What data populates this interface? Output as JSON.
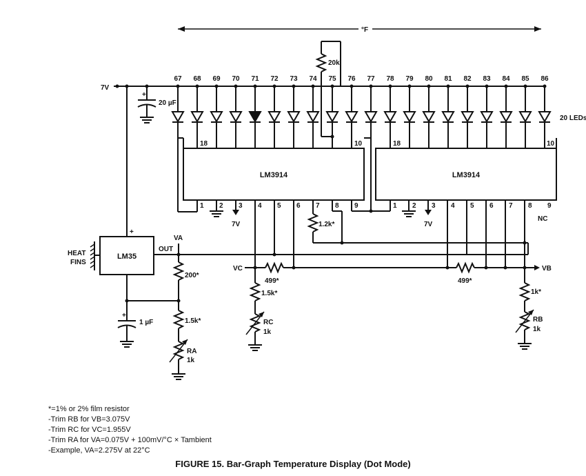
{
  "top_arrow_label": "°F",
  "supply_label": "7V",
  "pot_top_label": "20k",
  "led_temps": [
    "67",
    "68",
    "69",
    "70",
    "71",
    "72",
    "73",
    "74",
    "75",
    "76",
    "77",
    "78",
    "79",
    "80",
    "81",
    "82",
    "83",
    "84",
    "85",
    "86"
  ],
  "lit_led_index": 4,
  "leds_label": "20 LEDs",
  "cap_top_label": "20 µF",
  "cap_bottom_label": "1 µF",
  "chip1": {
    "name": "LM3914",
    "pin18": "18",
    "pin10": "10",
    "bottom_pins": [
      "1",
      "2",
      "3",
      "4",
      "5",
      "6",
      "7",
      "8",
      "9"
    ]
  },
  "chip2": {
    "name": "LM3914",
    "pin18": "18",
    "pin10": "10",
    "bottom_pins": [
      "1",
      "2",
      "3",
      "4",
      "5",
      "6",
      "7",
      "8",
      "9"
    ]
  },
  "pin3_label_1": "7V",
  "pin3_label_2": "7V",
  "nc_label": "NC",
  "r_12k": "1.2k*",
  "sensor": {
    "name": "LM35",
    "plus": "+",
    "out": "OUT",
    "heat_fins": [
      "HEAT",
      "FINS"
    ]
  },
  "va_label": "VA",
  "vc_label": "VC",
  "vb_label": "VB",
  "r_200": "200*",
  "r_15k_left": "1.5k*",
  "ra_label": [
    "RA",
    "1k"
  ],
  "r_499_left": "499*",
  "r_15k_mid": "1.5k*",
  "rc_label": [
    "RC",
    "1k"
  ],
  "r_499_right": "499*",
  "r_1k_right": "1k*",
  "rb_label": [
    "RB",
    "1k"
  ],
  "notes": [
    "*=1% or 2% film resistor",
    "-Trim RB for VB=3.075V",
    "-Trim RC for VC=1.955V",
    "-Trim RA for VA=0.075V + 100mV/°C × Tambient",
    "-Example, VA=2.275V at 22°C"
  ],
  "caption": "FIGURE 15. Bar-Graph Temperature Display (Dot Mode)"
}
